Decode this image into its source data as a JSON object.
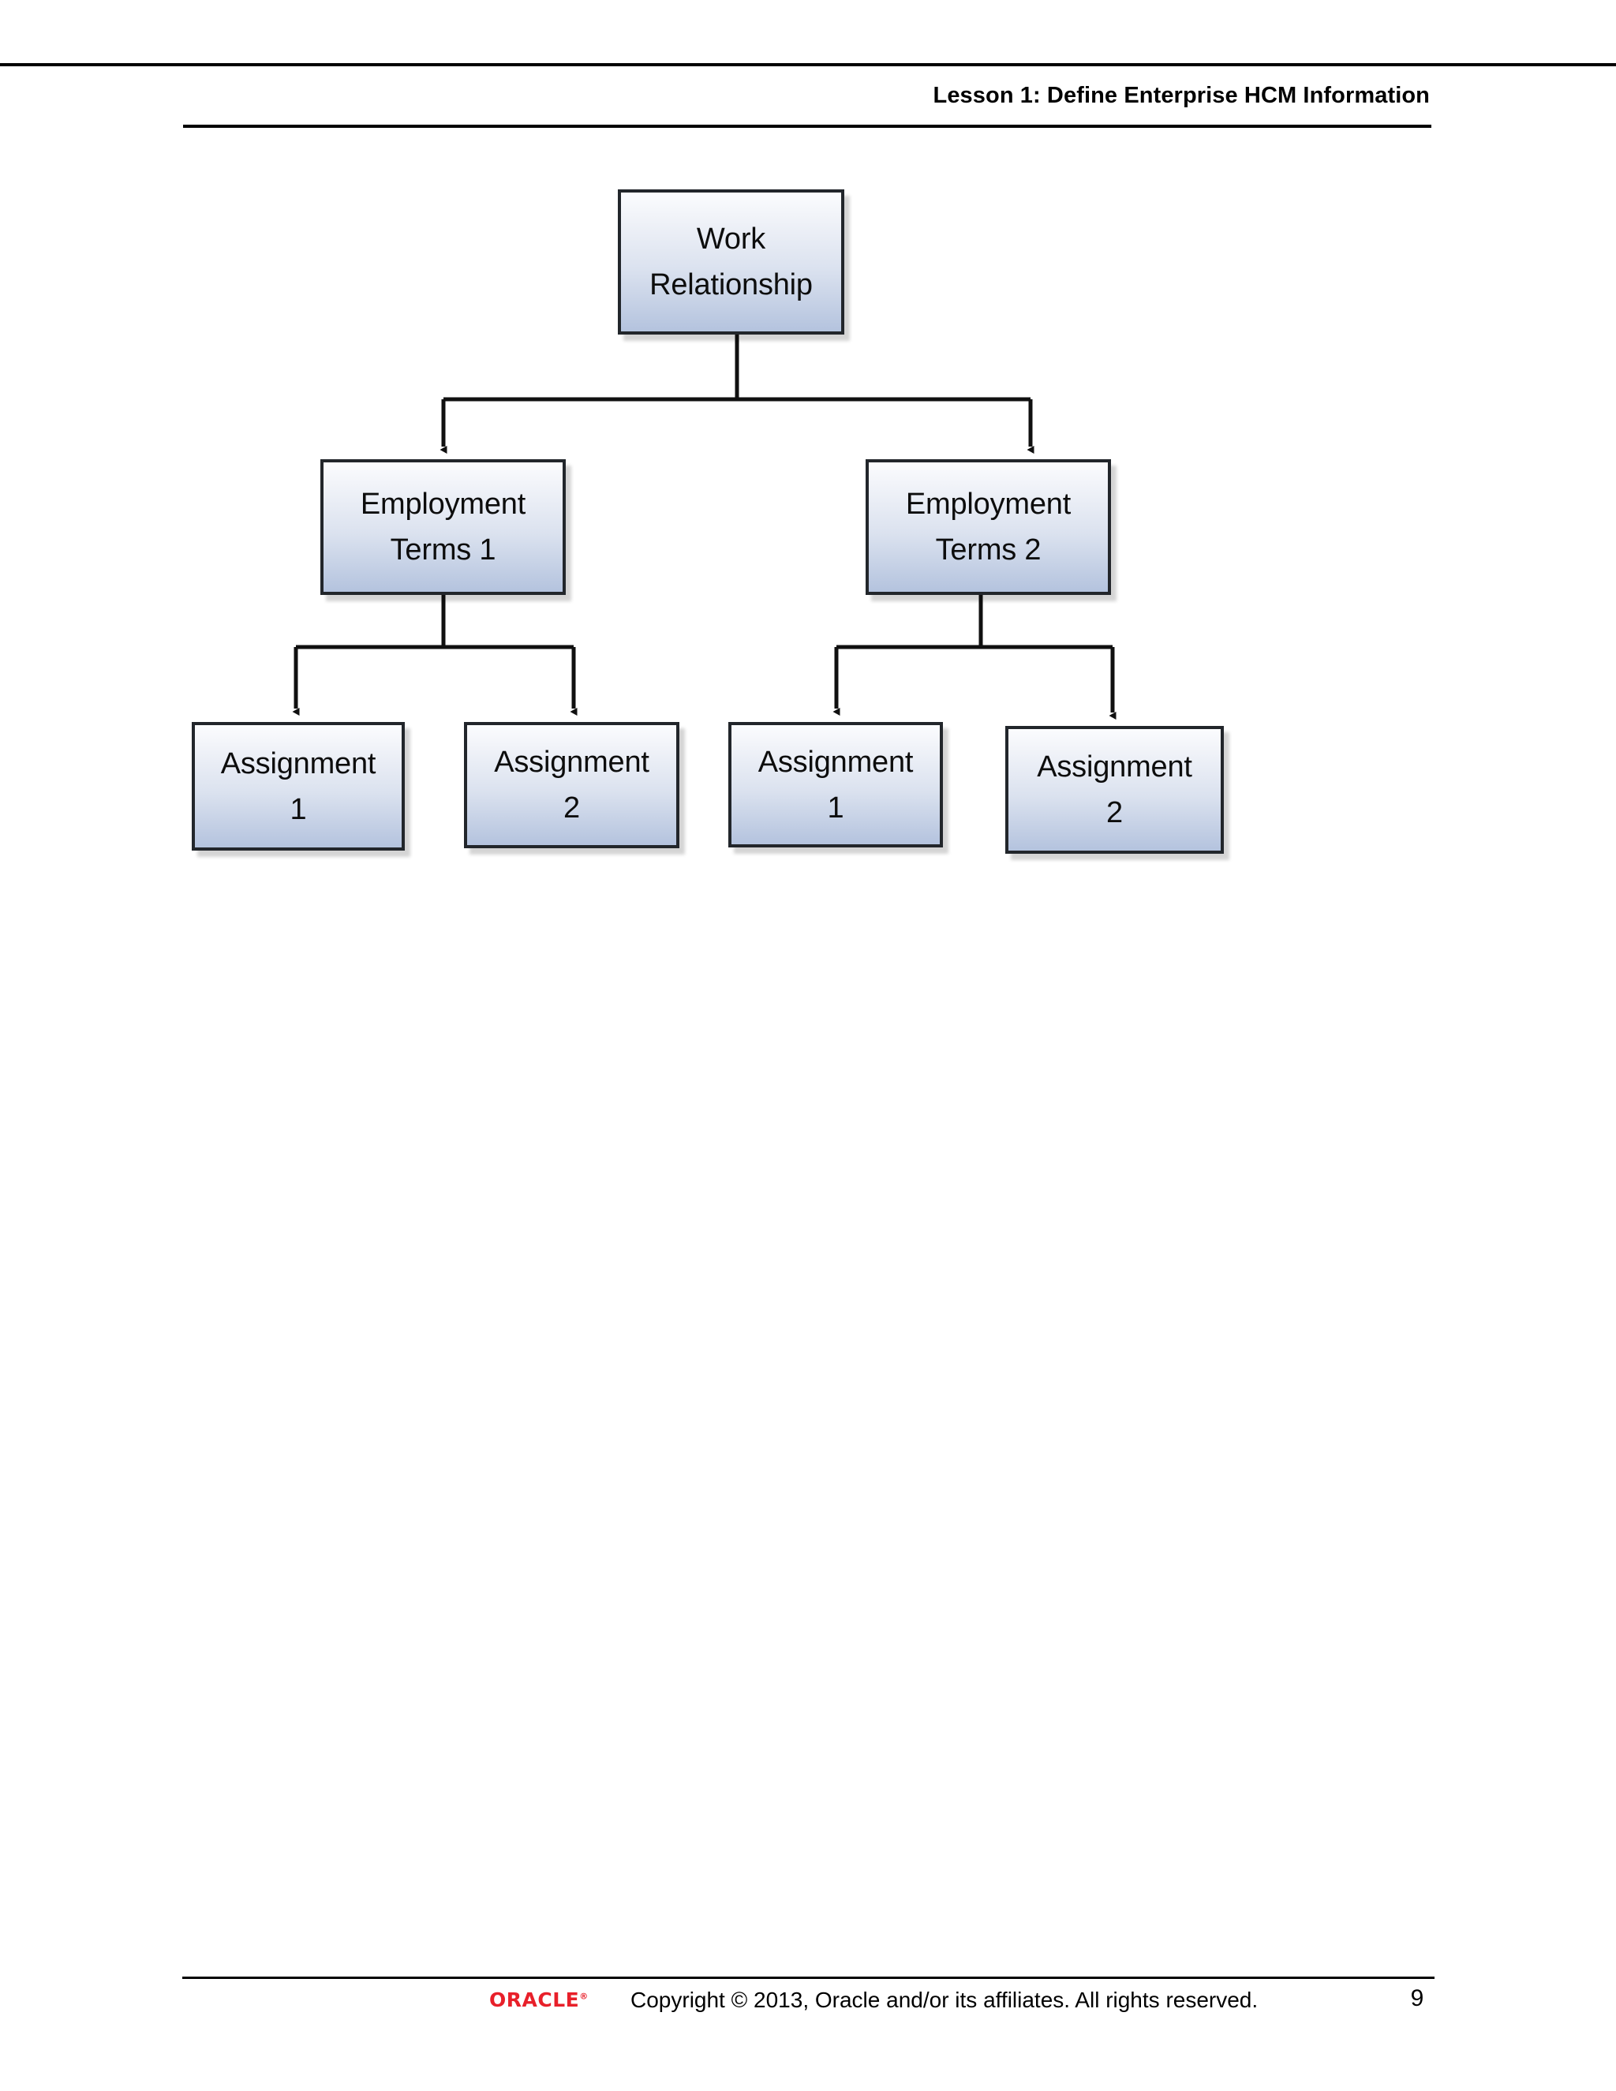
{
  "page": {
    "header_title": "Lesson 1: Define Enterprise HCM Information",
    "page_number": "9"
  },
  "footer": {
    "logo_text": "ORACLE",
    "logo_mark": "®",
    "logo_color": "#e8202a",
    "copyright": "Copyright © 2013, Oracle and/or its affiliates. All rights reserved."
  },
  "diagram": {
    "type": "hierarchy-tree",
    "nodes": [
      {
        "id": "work-relationship",
        "label": "Work\nRelationship"
      },
      {
        "id": "employment-terms-1",
        "label": "Employment\nTerms 1"
      },
      {
        "id": "employment-terms-2",
        "label": "Employment\nTerms 2"
      },
      {
        "id": "assignment-1-1",
        "label": "Assignment\n1"
      },
      {
        "id": "assignment-1-2",
        "label": "Assignment\n2"
      },
      {
        "id": "assignment-2-1",
        "label": "Assignment\n1"
      },
      {
        "id": "assignment-2-2",
        "label": "Assignment\n2"
      }
    ],
    "edges": [
      {
        "from": "work-relationship",
        "to": "employment-terms-1"
      },
      {
        "from": "work-relationship",
        "to": "employment-terms-2"
      },
      {
        "from": "employment-terms-1",
        "to": "assignment-1-1"
      },
      {
        "from": "employment-terms-1",
        "to": "assignment-1-2"
      },
      {
        "from": "employment-terms-2",
        "to": "assignment-2-1"
      },
      {
        "from": "employment-terms-2",
        "to": "assignment-2-2"
      }
    ],
    "node_fill_top": "#fbfcfe",
    "node_fill_bottom": "#b4c3de",
    "node_border": "#22262b",
    "connector_color": "#101010"
  }
}
